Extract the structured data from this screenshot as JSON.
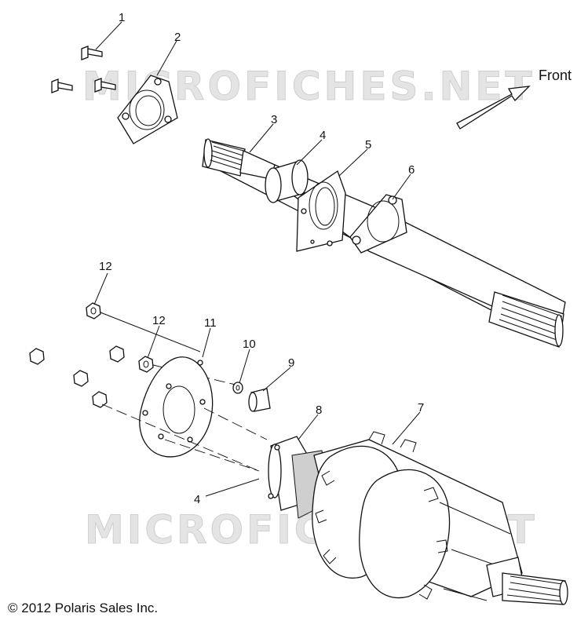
{
  "watermark": {
    "top": "MICROFICHES.NET",
    "bottom": "MICROFICHES.NET"
  },
  "direction": {
    "label": "Front"
  },
  "callouts": [
    {
      "id": "1",
      "text": "1"
    },
    {
      "id": "2",
      "text": "2"
    },
    {
      "id": "3",
      "text": "3"
    },
    {
      "id": "4a",
      "text": "4"
    },
    {
      "id": "5",
      "text": "5"
    },
    {
      "id": "6",
      "text": "6"
    },
    {
      "id": "7",
      "text": "7"
    },
    {
      "id": "8",
      "text": "8"
    },
    {
      "id": "9",
      "text": "9"
    },
    {
      "id": "10",
      "text": "10"
    },
    {
      "id": "11",
      "text": "11"
    },
    {
      "id": "12a",
      "text": "12"
    },
    {
      "id": "12b",
      "text": "12"
    },
    {
      "id": "4b",
      "text": "4"
    }
  ],
  "copyright": "© 2012 Polaris Sales Inc."
}
